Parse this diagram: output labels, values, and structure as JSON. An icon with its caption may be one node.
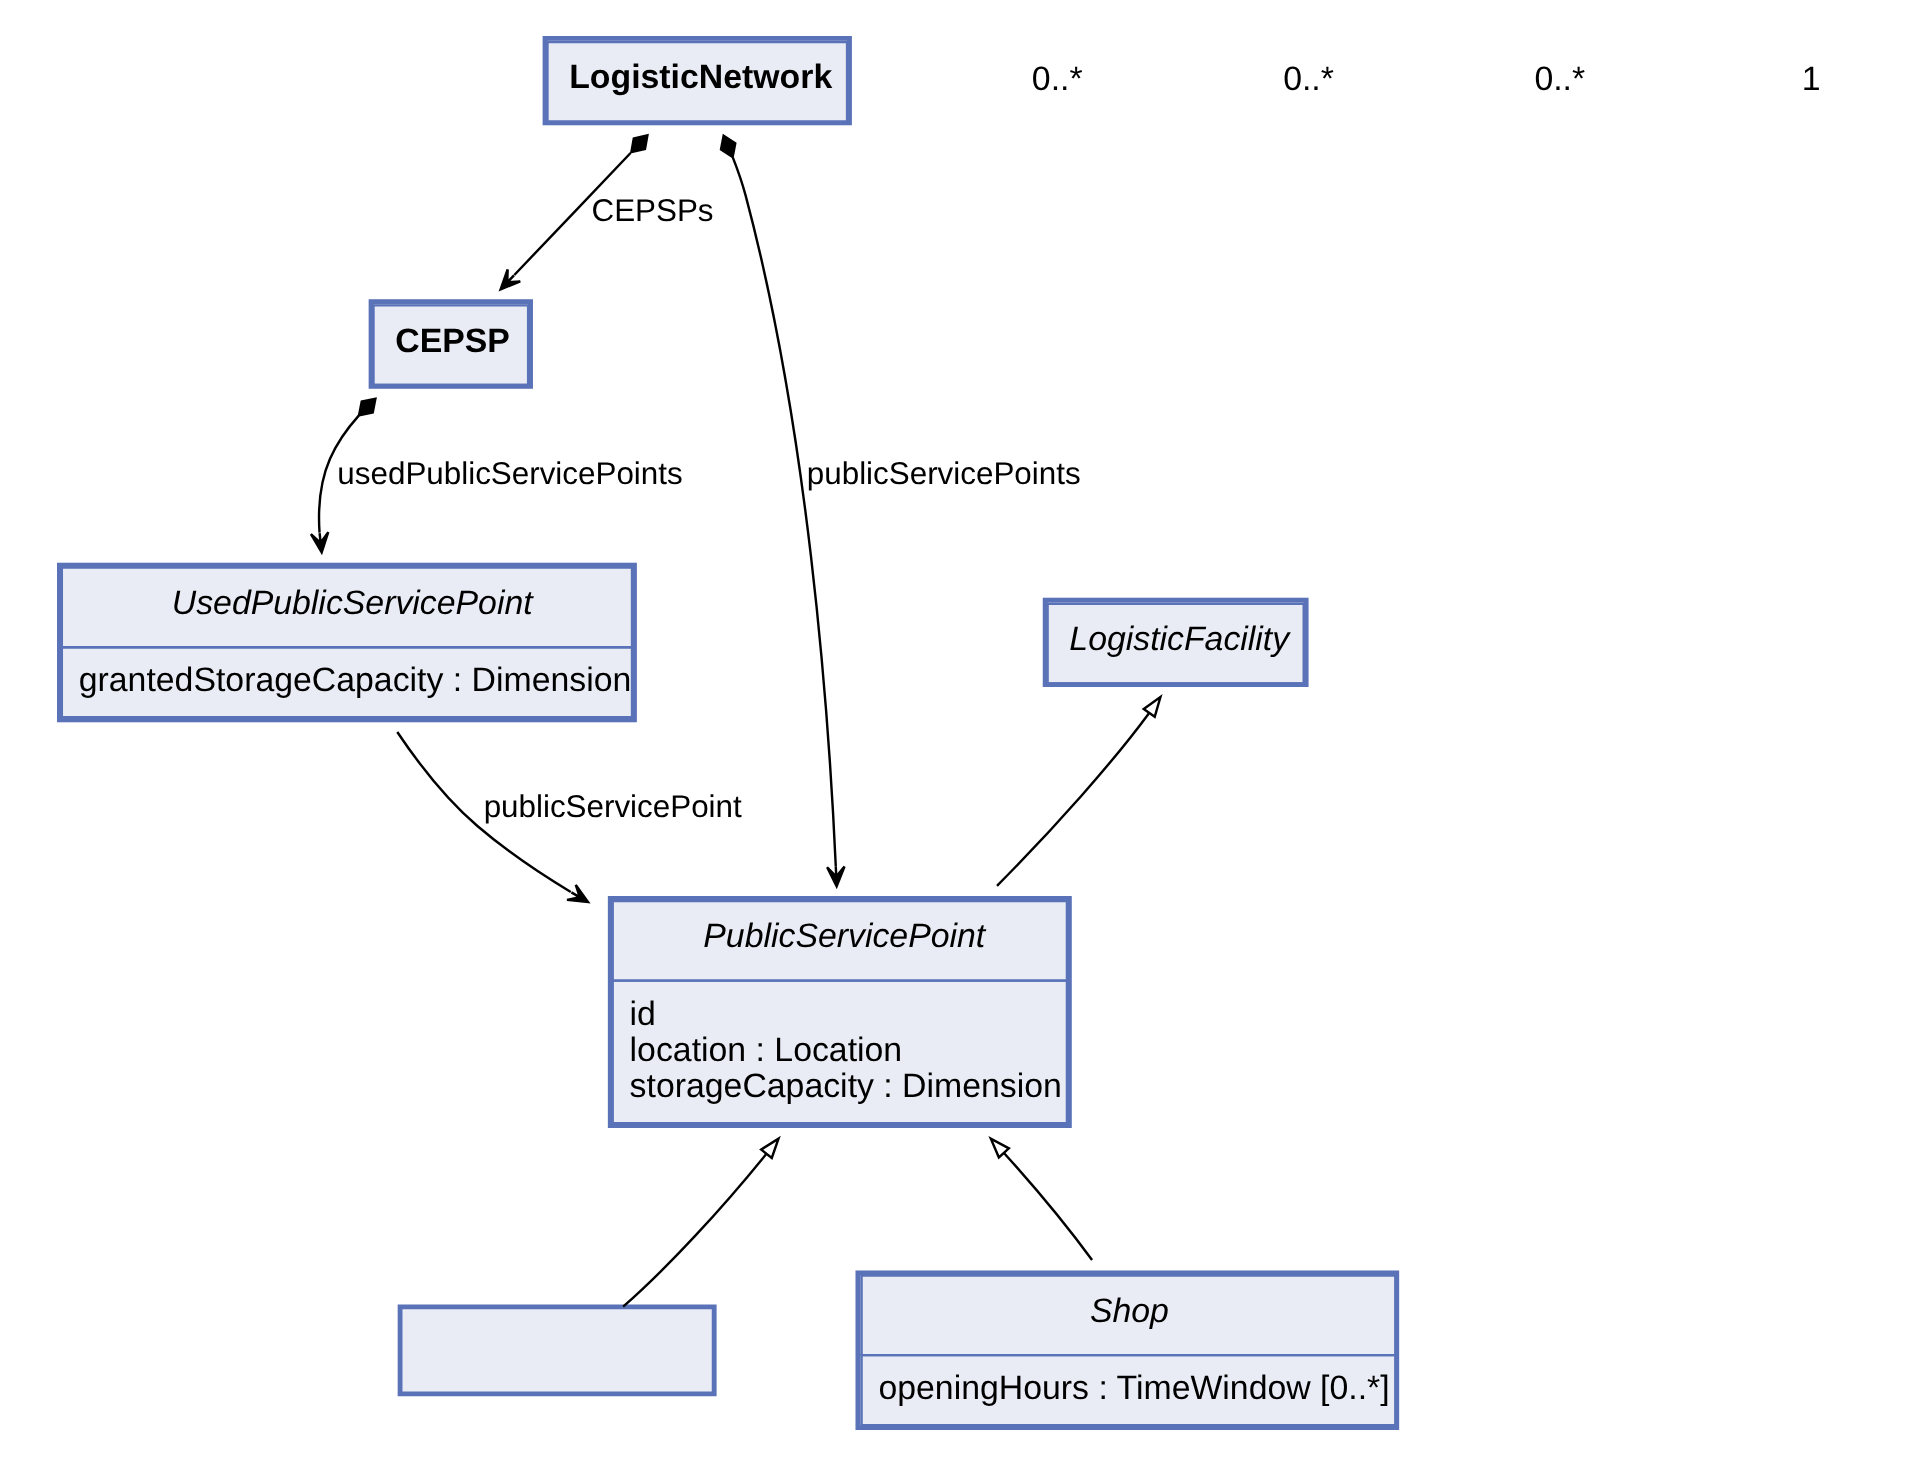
{
  "diagram": {
    "nodes": [
      {
        "text": [
          "LogisticNetwork"
        ]
      },
      {
        "text": [
          "CEPSP"
        ]
      },
      {
        "text": [
          "UsedPublicServicePoint",
          "grantedStorageCapacity : Dimension"
        ]
      },
      {
        "text": [
          "LogisticFacility"
        ]
      },
      {
        "text": [
          "PublicServicePoint",
          "id",
          "location : Location",
          "storageCapacity : Dimension"
        ]
      },
      {
        "text": [],
        "shape": "box"
      },
      {
        "text": [
          "Shop",
          "openingHours : TimeWindow [0..*]"
        ]
      }
    ],
    "edges": [
      {
        "from": 0,
        "to": 1,
        "arrow": "to",
        "label": "CEPSPs"
      },
      {
        "from": 0,
        "to": 4,
        "arrow": "to",
        "label": "publicServicePoints"
      },
      {
        "from": 1,
        "to": 2,
        "arrow": "to",
        "label": "usedPublicServicePoints"
      },
      {
        "from": 2,
        "to": 4,
        "arrow": "to",
        "label": "publicServicePoint"
      },
      {
        "from": 4,
        "to": 3,
        "arrow": "to"
      },
      {
        "from": 5,
        "to": 4,
        "arrow": "to"
      },
      {
        "from": 6,
        "to": 4,
        "arrow": "to"
      }
    ],
    "labels": [
      "0..*",
      "0..*",
      "0..*",
      "1"
    ]
  }
}
